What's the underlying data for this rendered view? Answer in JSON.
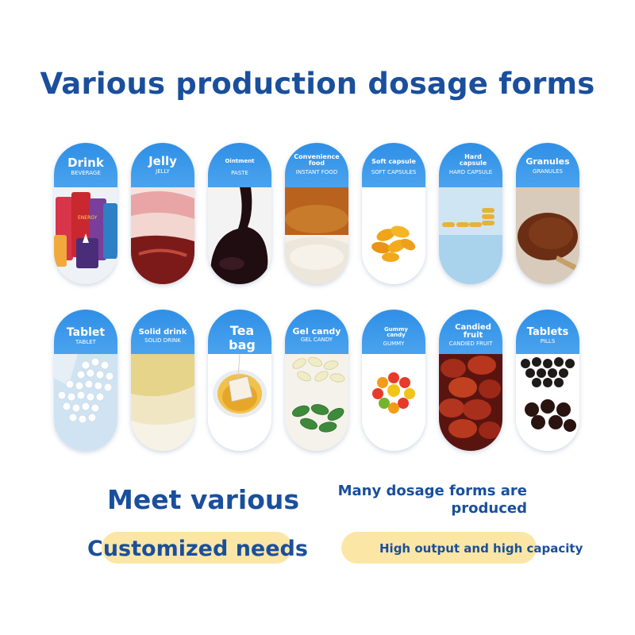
{
  "title": "Various production dosage forms",
  "row1": [
    {
      "title": "Drink",
      "sub": "BEVERAGE",
      "icon": "drink-pouches-image"
    },
    {
      "title": "Jelly",
      "sub": "JELLY",
      "icon": "jelly-image"
    },
    {
      "title": "Ointment",
      "sub": "PASTE",
      "icon": "paste-image"
    },
    {
      "title": "Convenience food",
      "sub": "INSTANT FOOD",
      "icon": "powder-image"
    },
    {
      "title": "Soft capsule",
      "sub": "SOFT CAPSULES",
      "icon": "softgel-image"
    },
    {
      "title": "Hard capsule",
      "sub": "HARD CAPSULE",
      "icon": "hard-capsule-image"
    },
    {
      "title": "Granules",
      "sub": "GRANULES",
      "icon": "granules-spoon-image"
    }
  ],
  "row2": [
    {
      "title": "Tablet",
      "sub": "TABLET",
      "icon": "white-tablets-image"
    },
    {
      "title": "Solid drink",
      "sub": "SOLID DRINK",
      "icon": "solid-drink-powder-image"
    },
    {
      "title": "Tea bag",
      "sub": "",
      "icon": "tea-cup-image"
    },
    {
      "title": "Gel candy",
      "sub": "GEL CANDY",
      "icon": "gel-candy-image"
    },
    {
      "title": "Gummy candy",
      "sub": "GUMMY",
      "icon": "gummy-bears-image"
    },
    {
      "title": "Candied fruit",
      "sub": "CANDIED FRUIT",
      "icon": "candied-dates-image"
    },
    {
      "title": "Tablets",
      "sub": "PILLS",
      "icon": "black-pills-image"
    }
  ],
  "footer": {
    "meet": "Meet various",
    "customized": "Customized needs",
    "many": "Many dosage forms are produced",
    "high": "High output and high capacity"
  },
  "colors": {
    "title": "#1a4f9c",
    "pill_header": "#3a98ea",
    "highlight": "#fbe6a6"
  }
}
